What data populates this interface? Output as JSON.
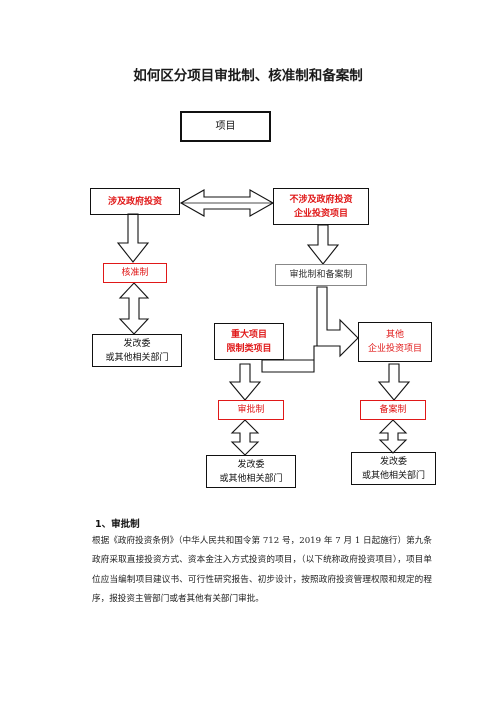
{
  "doc": {
    "title": "如何区分项目审批制、核准制和备案制",
    "boxes": {
      "project": "项目",
      "gov_invest": "涉及政府投资",
      "non_gov_1": "不涉及政府投资",
      "non_gov_2": "企业投资项目",
      "hezhun": "核准制",
      "shenpi_beian": "审批制和备案制",
      "fgw_left_1": "发改委",
      "fgw_left_2": "或其他相关部门",
      "major_1": "重大项目",
      "major_2": "限制类项目",
      "other_1": "其他",
      "other_2": "企业投资项目",
      "shenpi": "审批制",
      "beian": "备案制",
      "fgw_mid_1": "发改委",
      "fgw_mid_2": "或其他相关部门",
      "fgw_right_1": "发改委",
      "fgw_right_2": "或其他相关部门"
    },
    "section_heading": "1、审批制",
    "paragraph": "根据《政府投资条例》（中华人民共和国令第 712 号，2019 年 7 月 1 日起施行）第九条　　政府采取直接投资方式、资本金注入方式投资的项目，（以下统称政府投资项目），项目单位应当编制项目建议书、可行性研究报告、初步设计，按照政府投资管理权限和规定的程序，报投资主管部门或者其他有关部门审批。"
  },
  "colors": {
    "red": "#e01818",
    "black": "#111111",
    "gray": "#888888"
  }
}
